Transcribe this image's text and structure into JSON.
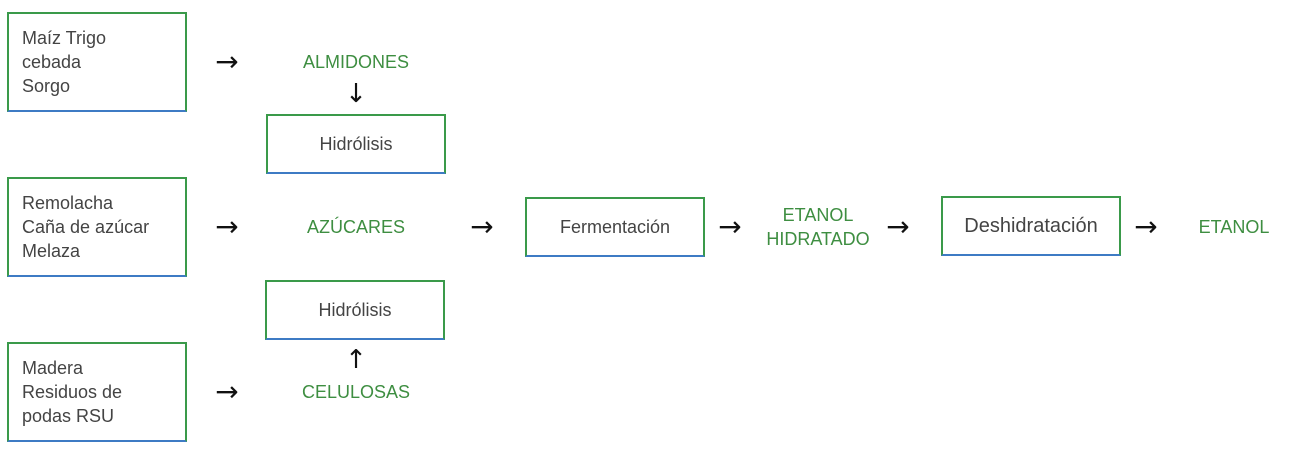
{
  "sources": [
    {
      "lines": [
        "Maíz Trigo",
        "cebada",
        "Sorgo"
      ]
    },
    {
      "lines": [
        "Remolacha",
        "Caña de azúcar",
        "Melaza"
      ]
    },
    {
      "lines": [
        "Madera",
        "Residuos de",
        "podas RSU"
      ]
    }
  ],
  "intermediates": {
    "almidones": "ALMIDONES",
    "azucares": "AZÚCARES",
    "celulosas": "CELULOSAS"
  },
  "processes": {
    "hidrolisis_top": "Hidrólisis",
    "hidrolisis_bottom": "Hidrólisis",
    "fermentacion": "Fermentación",
    "deshidratacion": "Deshidratación"
  },
  "products": {
    "etanol_hidratado": [
      "ETANOL",
      "HIDRATADO"
    ],
    "etanol": "ETANOL"
  },
  "arrows": {
    "right": "→",
    "down": "↓",
    "up": "↑"
  },
  "colors": {
    "box_border_green": "#3a9a4a",
    "box_border_blue": "#3e7bc4",
    "label_green": "#3e8e41",
    "box_text": "#444444"
  }
}
